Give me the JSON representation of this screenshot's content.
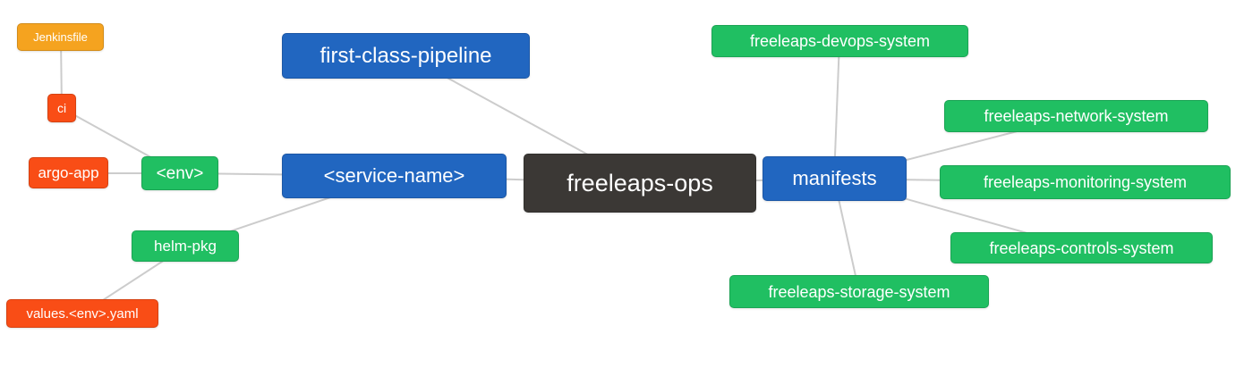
{
  "diagram": {
    "title": "freeleaps-ops mind map",
    "colors": {
      "root": "#3b3835",
      "branch_blue": "#2166c0",
      "leaf_green": "#20bf62",
      "leaf_red": "#f94d16",
      "leaf_orange": "#f5a31f",
      "edge": "#cccccc",
      "background": "#ffffff",
      "text": "#ffffff"
    },
    "nodes": [
      {
        "id": "jenkinsfile",
        "label": "Jenkinsfile",
        "color": "orange"
      },
      {
        "id": "ci",
        "label": "ci",
        "color": "red"
      },
      {
        "id": "argo-app",
        "label": "argo-app",
        "color": "red"
      },
      {
        "id": "env",
        "label": "<env>",
        "color": "green"
      },
      {
        "id": "helm-pkg",
        "label": "helm-pkg",
        "color": "green"
      },
      {
        "id": "values-env-yaml",
        "label": "values.<env>.yaml",
        "color": "red"
      },
      {
        "id": "first-class-pipeline",
        "label": "first-class-pipeline",
        "color": "blue"
      },
      {
        "id": "service-name",
        "label": "<service-name>",
        "color": "blue"
      },
      {
        "id": "freeleaps-ops",
        "label": "freeleaps-ops",
        "color": "dark"
      },
      {
        "id": "manifests",
        "label": "manifests",
        "color": "blue"
      },
      {
        "id": "freeleaps-devops-system",
        "label": "freeleaps-devops-system",
        "color": "green"
      },
      {
        "id": "freeleaps-network-system",
        "label": "freeleaps-network-system",
        "color": "green"
      },
      {
        "id": "freeleaps-monitoring-system",
        "label": "freeleaps-monitoring-system",
        "color": "green"
      },
      {
        "id": "freeleaps-controls-system",
        "label": "freeleaps-controls-system",
        "color": "green"
      },
      {
        "id": "freeleaps-storage-system",
        "label": "freeleaps-storage-system",
        "color": "green"
      }
    ],
    "edges": [
      {
        "from": "jenkinsfile",
        "to": "ci"
      },
      {
        "from": "ci",
        "to": "env"
      },
      {
        "from": "argo-app",
        "to": "env"
      },
      {
        "from": "env",
        "to": "service-name"
      },
      {
        "from": "helm-pkg",
        "to": "service-name"
      },
      {
        "from": "values-env-yaml",
        "to": "helm-pkg"
      },
      {
        "from": "first-class-pipeline",
        "to": "freeleaps-ops"
      },
      {
        "from": "service-name",
        "to": "freeleaps-ops"
      },
      {
        "from": "freeleaps-ops",
        "to": "manifests"
      },
      {
        "from": "manifests",
        "to": "freeleaps-devops-system"
      },
      {
        "from": "manifests",
        "to": "freeleaps-network-system"
      },
      {
        "from": "manifests",
        "to": "freeleaps-monitoring-system"
      },
      {
        "from": "manifests",
        "to": "freeleaps-controls-system"
      },
      {
        "from": "manifests",
        "to": "freeleaps-storage-system"
      }
    ]
  }
}
